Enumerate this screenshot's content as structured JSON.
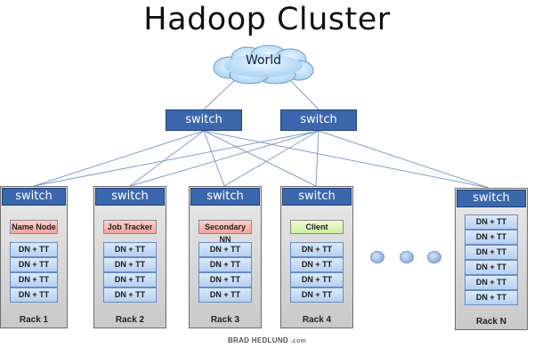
{
  "title": "Hadoop Cluster",
  "cloud_label": "World",
  "switch_label": "switch",
  "dn_label": "DN + TT",
  "racks": [
    {
      "label": "Rack 1",
      "role": "Name Node"
    },
    {
      "label": "Rack 2",
      "role": "Job Tracker"
    },
    {
      "label": "Rack 3",
      "role": "Secondary NN"
    },
    {
      "label": "Rack 4",
      "role": "Client"
    },
    {
      "label": "Rack N",
      "role": ""
    }
  ],
  "footer": {
    "name": "BRAD HEDLUND",
    "suffix": ".com"
  },
  "colors": {
    "switch": "#3b68ad",
    "link": "#7f9ec9",
    "role_red": "#f4a8a1",
    "role_green": "#cfeea3",
    "dn": "#b5d0f2",
    "rack": "#d6d6d6"
  }
}
